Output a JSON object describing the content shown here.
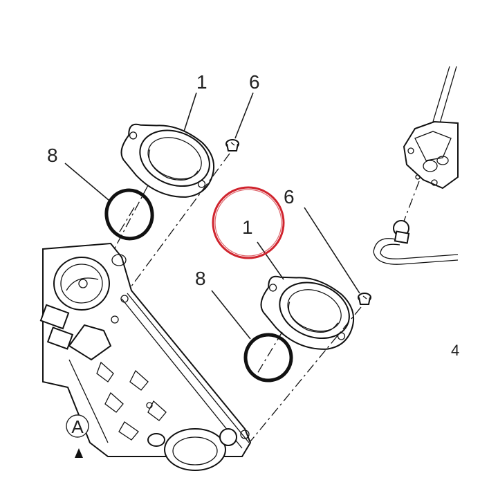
{
  "diagram": {
    "callouts": {
      "top_flange": "1",
      "top_screw": "6",
      "top_oring": "8",
      "center_flange": "1",
      "center_screw": "6",
      "center_oring": "8",
      "detail_ref": "A",
      "edge_partial": "4"
    },
    "highlight_color": "#d0242e",
    "line_color": "#111111",
    "background_color": "#ffffff"
  }
}
